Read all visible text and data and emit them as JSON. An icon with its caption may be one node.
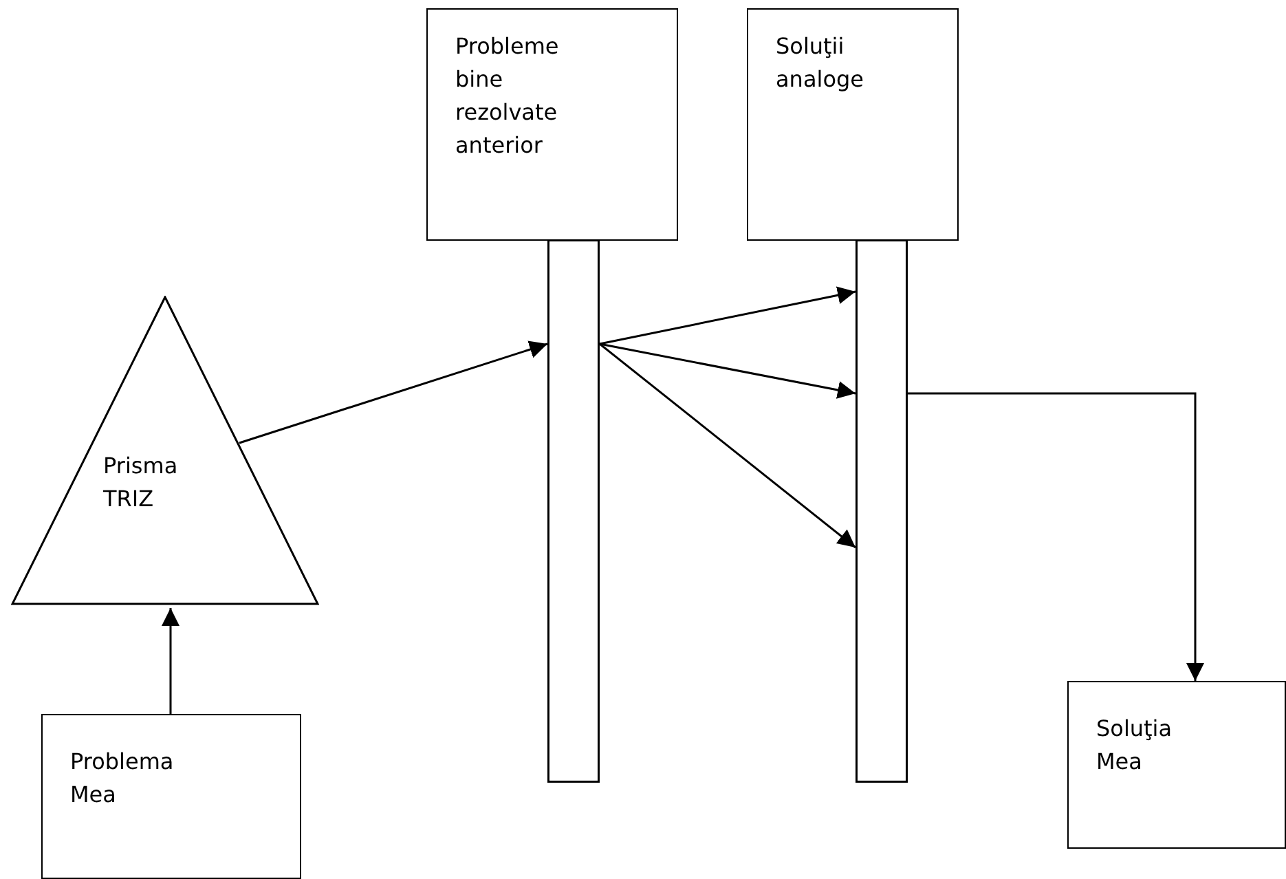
{
  "diagram": {
    "nodes": [
      {
        "text": [
          "Probleme bine rezolvate anterior"
        ]
      },
      {
        "text": [],
        "shape": "bar"
      },
      {
        "text": [
          "Soluţii analoge"
        ]
      },
      {
        "text": [],
        "shape": "bar"
      },
      {
        "text": [
          "Prisma TRIZ"
        ]
      },
      {
        "text": [
          "Problema Mea"
        ]
      },
      {
        "text": [
          "Soluţia Mea"
        ]
      }
    ],
    "edges": [
      {
        "from": 5,
        "to": 4,
        "arrow": "to"
      },
      {
        "from": 4,
        "to": 1,
        "arrow": "to"
      },
      {
        "from": 1,
        "to": 3,
        "arrow": "to"
      },
      {
        "from": 1,
        "to": 3,
        "arrow": "to"
      },
      {
        "from": 1,
        "to": 3,
        "arrow": "to"
      },
      {
        "from": 3,
        "to": 6,
        "arrow": "to"
      }
    ]
  }
}
